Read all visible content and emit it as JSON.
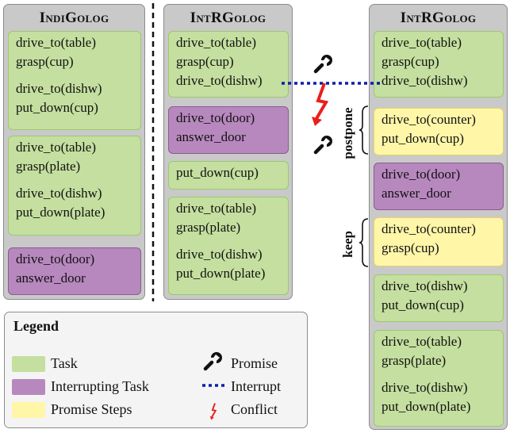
{
  "panels": {
    "indigolog": {
      "title": "IndiGolog",
      "boxes": [
        {
          "lines": [
            "drive_to(table)",
            "grasp(cup)",
            "",
            "drive_to(dishw)",
            "put_down(cup)"
          ]
        },
        {
          "lines": [
            "drive_to(table)",
            "grasp(plate)",
            "",
            "drive_to(dishw)",
            "put_down(plate)"
          ]
        },
        {
          "lines": [
            "drive_to(door)",
            "answer_door"
          ]
        }
      ]
    },
    "intrgolog_mid": {
      "title": "IntRGolog",
      "boxes": [
        {
          "lines": [
            "drive_to(table)",
            "grasp(cup)",
            "drive_to(dishw)"
          ]
        },
        {
          "lines": [
            "drive_to(door)",
            "answer_door"
          ]
        },
        {
          "lines": [
            "put_down(cup)"
          ]
        },
        {
          "lines": [
            "drive_to(table)",
            "grasp(plate)",
            "",
            "drive_to(dishw)",
            "put_down(plate)"
          ]
        }
      ]
    },
    "intrgolog_right": {
      "title": "IntRGolog",
      "boxes": [
        {
          "lines": [
            "drive_to(table)",
            "grasp(cup)",
            "drive_to(dishw)"
          ]
        },
        {
          "lines": [
            "drive_to(counter)",
            "put_down(cup)"
          ]
        },
        {
          "lines": [
            "drive_to(door)",
            "answer_door"
          ]
        },
        {
          "lines": [
            "drive_to(counter)",
            "grasp(cup)"
          ]
        },
        {
          "lines": [
            "drive_to(dishw)",
            "put_down(cup)"
          ]
        },
        {
          "lines": [
            "drive_to(table)",
            "grasp(plate)",
            "",
            "drive_to(dishw)",
            "put_down(plate)"
          ]
        }
      ]
    }
  },
  "annotations": {
    "postpone": "postpone",
    "keep": "keep"
  },
  "legend": {
    "title": "Legend",
    "task": "Task",
    "interrupting_task": "Interrupting Task",
    "promise_steps": "Promise Steps",
    "promise": "Promise",
    "interrupt": "Interrupt",
    "conflict": "Conflict"
  },
  "colors": {
    "task": "#c4df9f",
    "interrupting_task": "#b788be",
    "promise_steps": "#fff6a8",
    "interrupt_line": "#0a1fa8",
    "conflict": "#e8201c"
  },
  "icons": {
    "promise": "wrench-icon",
    "conflict": "lightning-icon"
  }
}
